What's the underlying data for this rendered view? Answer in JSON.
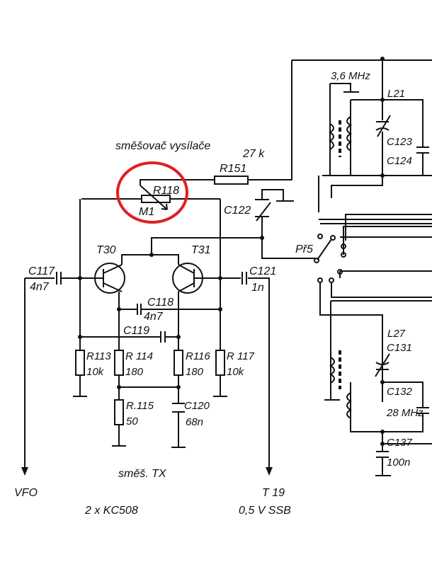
{
  "title": "směšovač vysílače",
  "highlight_color": "#e02020",
  "labels": {
    "r151_value": "27 k",
    "r151": "R151",
    "r118": "R118",
    "r118_value": "M1",
    "c122": "C122",
    "t30": "T30",
    "t31": "T31",
    "c117": "C117",
    "c117_value": "4n7",
    "c121": "C121",
    "c121_value": "1n",
    "c118": "C118",
    "c118_value": "4n7",
    "c119": "C119",
    "r113": "R113",
    "r113_value": "10k",
    "r114": "R 114",
    "r114_value": "180",
    "r116": "R116",
    "r116_value": "180",
    "r117": "R 117",
    "r117_value": "10k",
    "r115": "R.115",
    "r115_value": "50",
    "c120": "C120",
    "c120_value": "68n",
    "mixer_tx": "směš. TX",
    "vfo": "VFO",
    "t19": "T 19",
    "t19_value": "0,5 V SSB",
    "transistors": "2 x KC508",
    "freq_top": "3,6 MHz",
    "l21": "L21",
    "c123": "C123",
    "c124": "C124",
    "switch": "Př5",
    "l27": "L27",
    "c131": "C131",
    "c132": "C132",
    "freq_bottom": "28 MHz",
    "c137": "C137",
    "c137_value": "100n"
  }
}
